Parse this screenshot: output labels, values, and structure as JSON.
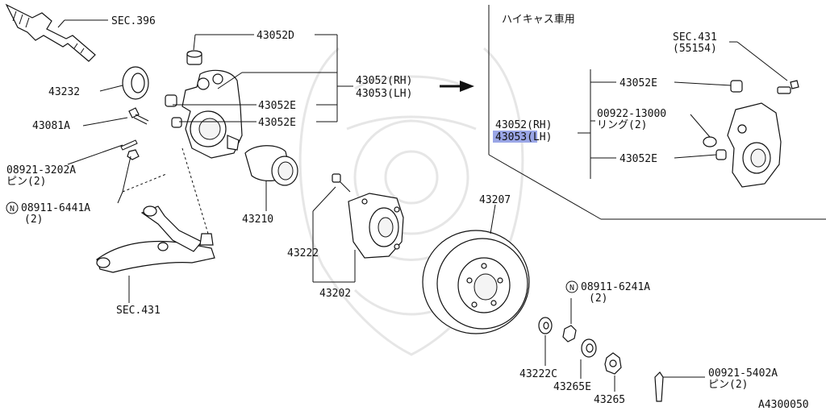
{
  "inset": {
    "title": "ハイキャス車用"
  },
  "callouts": [
    {
      "id": "sec396",
      "text": "SEC.396"
    },
    {
      "id": "p43052d",
      "text": "43052D"
    },
    {
      "id": "p43232",
      "text": "43232"
    },
    {
      "id": "p43052_rh",
      "text": "43052(RH)"
    },
    {
      "id": "p43053_lh",
      "text": "43053(LH)"
    },
    {
      "id": "p43052e_a",
      "text": "43052E"
    },
    {
      "id": "p43052e_b",
      "text": "43052E"
    },
    {
      "id": "p43081a",
      "text": "43081A"
    },
    {
      "id": "p08921_3202a",
      "text": "08921-3202A"
    },
    {
      "id": "pin2_a",
      "text": "ピン(2)"
    },
    {
      "id": "p08911_6441a",
      "text": "08911-6441A"
    },
    {
      "id": "qty2_a",
      "text": "(2)"
    },
    {
      "id": "p43210",
      "text": "43210"
    },
    {
      "id": "p43222",
      "text": "43222"
    },
    {
      "id": "p43202",
      "text": "43202"
    },
    {
      "id": "p43207",
      "text": "43207"
    },
    {
      "id": "sec431_main",
      "text": "SEC.431"
    },
    {
      "id": "p08911_6241a",
      "text": "08911-6241A"
    },
    {
      "id": "qty2_b",
      "text": "(2)"
    },
    {
      "id": "p43222c",
      "text": "43222C"
    },
    {
      "id": "p43265e",
      "text": "43265E"
    },
    {
      "id": "p43265",
      "text": "43265"
    },
    {
      "id": "p00921_5402a",
      "text": "00921-5402A"
    },
    {
      "id": "pin2_b",
      "text": "ピン(2)"
    },
    {
      "id": "diagram_code",
      "text": "A4300050"
    },
    {
      "id": "sec431_inset",
      "text": "SEC.431"
    },
    {
      "id": "p55154",
      "text": "(55154)"
    },
    {
      "id": "inset_43052e_a",
      "text": "43052E"
    },
    {
      "id": "inset_00922",
      "text": "00922-13000"
    },
    {
      "id": "inset_ring",
      "text": "リング(2)"
    },
    {
      "id": "inset_43052_rh",
      "text": "43052(RH)"
    },
    {
      "id": "inset_43053_lh",
      "text": "43053(LH)"
    },
    {
      "id": "inset_43052e_b",
      "text": "43052E"
    }
  ],
  "circle_marks": {
    "n": "N"
  },
  "highlight": {
    "color": "#9aa6e6",
    "part": "43053"
  },
  "colors": {
    "ink": "#111111",
    "paper": "#ffffff",
    "watermark": "#e6e6e6"
  }
}
